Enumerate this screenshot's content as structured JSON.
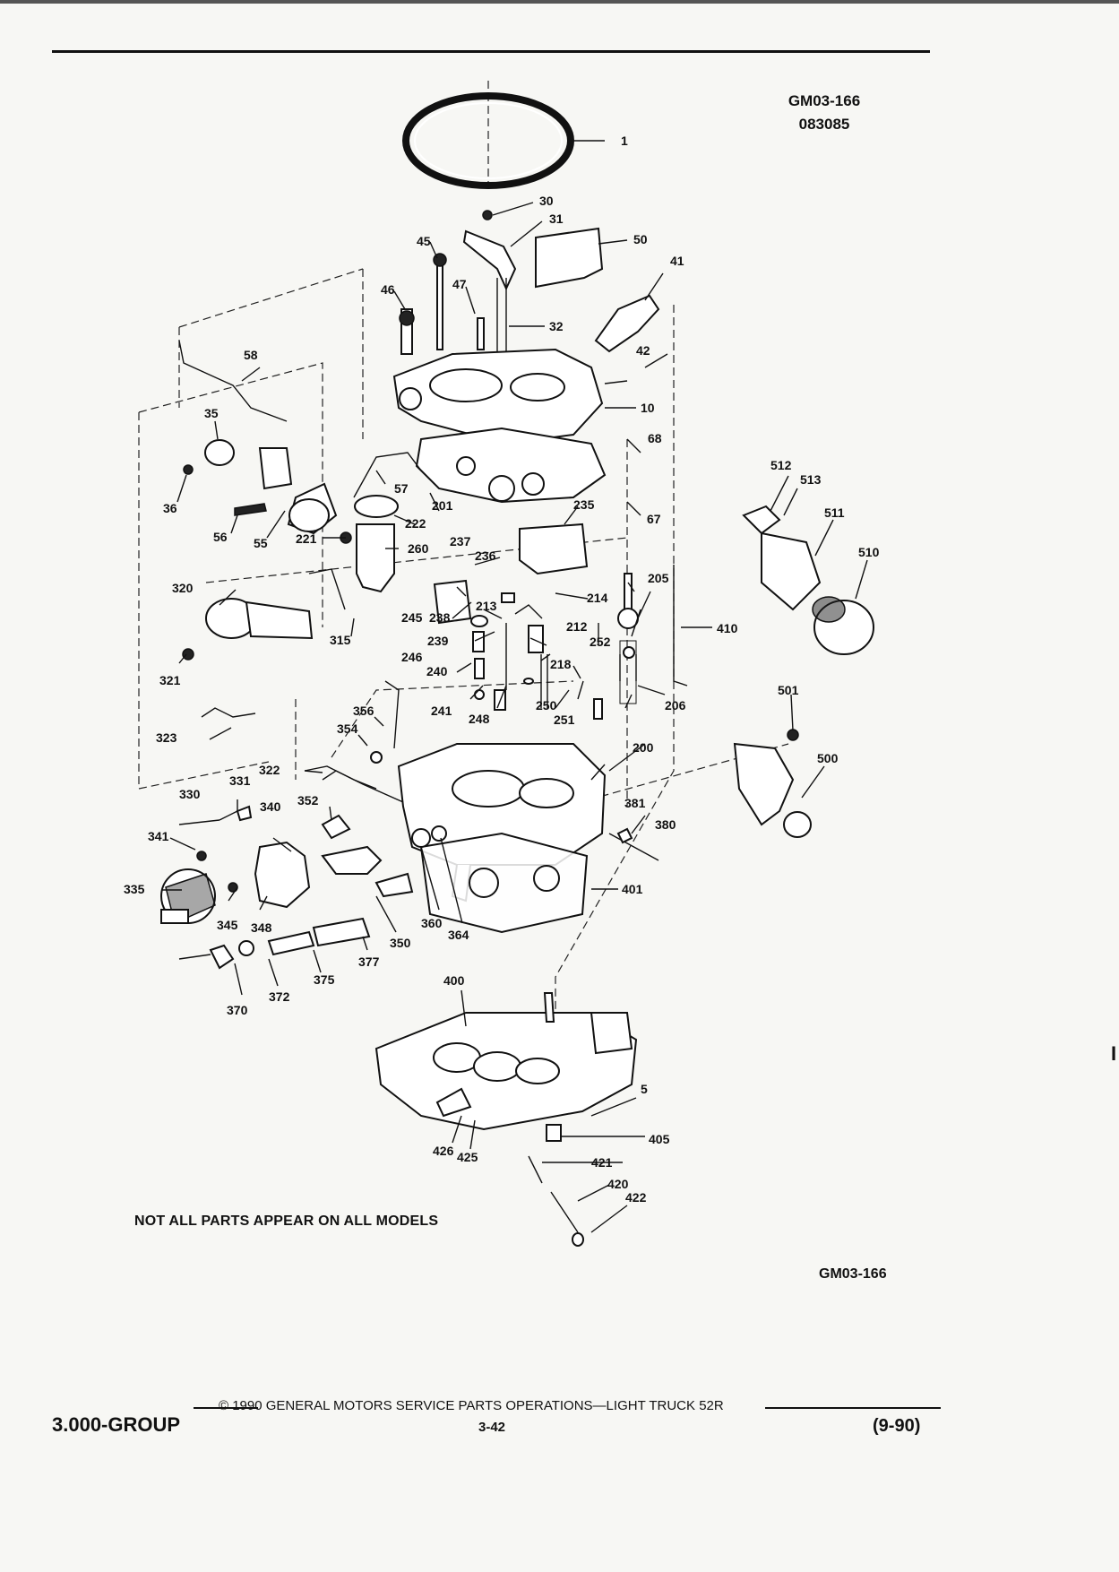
{
  "header": {
    "figure_id": "GM03-166",
    "figure_code": "083085"
  },
  "parts": {
    "p1": "1",
    "p5": "5",
    "p10": "10",
    "p30": "30",
    "p31": "31",
    "p32": "32",
    "p35": "35",
    "p36": "36",
    "p41": "41",
    "p42": "42",
    "p45": "45",
    "p46": "46",
    "p47": "47",
    "p50": "50",
    "p55": "55",
    "p56": "56",
    "p57": "57",
    "p58": "58",
    "p67": "67",
    "p68": "68",
    "p200": "200",
    "p201": "201",
    "p205": "205",
    "p206": "206",
    "p212": "212",
    "p213": "213",
    "p214": "214",
    "p218": "218",
    "p221": "221",
    "p222": "222",
    "p235": "235",
    "p236": "236",
    "p237": "237",
    "p238": "238",
    "p239": "239",
    "p240": "240",
    "p241": "241",
    "p245": "245",
    "p246": "246",
    "p248": "248",
    "p250": "250",
    "p251": "251",
    "p252": "252",
    "p260": "260",
    "p315": "315",
    "p320": "320",
    "p321": "321",
    "p322": "322",
    "p323": "323",
    "p330": "330",
    "p331": "331",
    "p335": "335",
    "p340": "340",
    "p341": "341",
    "p345": "345",
    "p348": "348",
    "p350": "350",
    "p352": "352",
    "p354": "354",
    "p356": "356",
    "p360": "360",
    "p364": "364",
    "p370": "370",
    "p372": "372",
    "p375": "375",
    "p377": "377",
    "p380": "380",
    "p381": "381",
    "p400": "400",
    "p401": "401",
    "p405": "405",
    "p410": "410",
    "p420": "420",
    "p421": "421",
    "p422": "422",
    "p425": "425",
    "p426": "426",
    "p500": "500",
    "p501": "501",
    "p510": "510",
    "p511": "511",
    "p512": "512",
    "p513": "513"
  },
  "note": "NOT ALL PARTS APPEAR ON ALL MODELS",
  "figure_id_bottom": "GM03-166",
  "footer": {
    "copyright": "© 1990 GENERAL MOTORS SERVICE PARTS OPERATIONS—LIGHT TRUCK 52R",
    "group": "3.000-GROUP",
    "page": "3-42",
    "date_code": "(9-90)"
  },
  "margin_mark": "I"
}
